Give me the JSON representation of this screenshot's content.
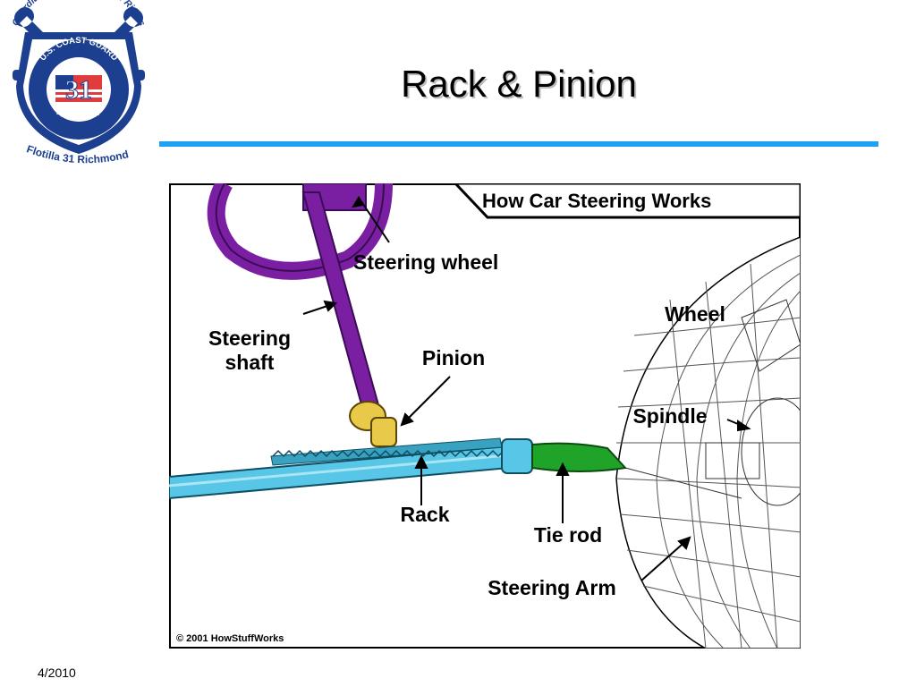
{
  "logo": {
    "arc_top": "Guardians of our Lakes and Rivers",
    "ring_top": "U.S. COAST GUARD",
    "number": "31",
    "ring_bottom": "AUXILIARY",
    "arc_bottom": "Flotilla 31 Richmond"
  },
  "slide": {
    "title": "Rack & Pinion",
    "date": "4/2010"
  },
  "diagram": {
    "header": "How Car Steering Works",
    "labels": {
      "steering_wheel": "Steering wheel",
      "steering_shaft_1": "Steering",
      "steering_shaft_2": "shaft",
      "pinion": "Pinion",
      "wheel": "Wheel",
      "spindle": "Spindle",
      "rack": "Rack",
      "tie_rod": "Tie rod",
      "steering_arm": "Steering Arm"
    },
    "copyright": "© 2001 HowStuffWorks"
  },
  "colors": {
    "navy": "#1c3f8f",
    "accent_rule": "#1da1f2",
    "steering_purple": "#7a1fa2",
    "rack_cyan": "#58c6e6",
    "tie_rod_green": "#1fa329",
    "pinion_gold": "#e8c94a"
  }
}
